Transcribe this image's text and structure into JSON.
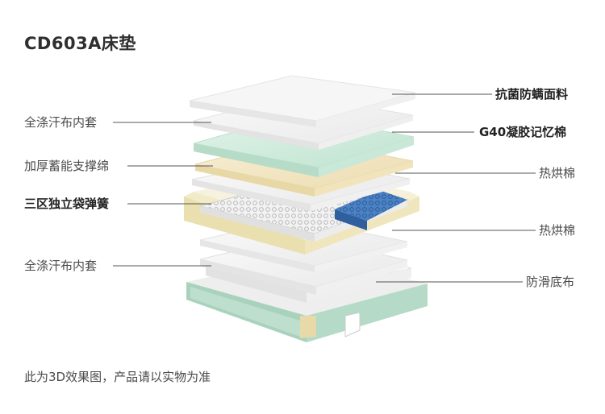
{
  "title": "CD603A床垫",
  "labels_left": [
    {
      "id": "inner-cover-top",
      "text": "全涤汗布内套",
      "bold": false
    },
    {
      "id": "support-cotton",
      "text": "加厚蓄能支撑绵",
      "bold": false
    },
    {
      "id": "pocket-springs",
      "text": "三区独立袋弹簧",
      "bold": true
    },
    {
      "id": "inner-cover-bottom",
      "text": "全涤汗布内套",
      "bold": false
    }
  ],
  "labels_right": [
    {
      "id": "antimite-fabric",
      "text": "抗菌防螨面料",
      "bold": true
    },
    {
      "id": "g40-memory-foam",
      "text": "G40凝胶记忆棉",
      "bold": true
    },
    {
      "id": "hot-bake-cotton-1",
      "text": "热烘棉",
      "bold": false
    },
    {
      "id": "hot-bake-cotton-2",
      "text": "热烘棉",
      "bold": false
    },
    {
      "id": "antislip-base",
      "text": "防滑底布",
      "bold": false
    }
  ],
  "footnote": "此为3D效果图，产品请以实物为准",
  "colors": {
    "line": "#555555",
    "white_layer": "#f4f4f4",
    "mint_layer": "#cfeadd",
    "cream_layer": "#f3e6c4",
    "spring_frame": "#f2ebc9",
    "blue_springs": "#3a6fb0",
    "base_green": "#a9d2bd"
  }
}
